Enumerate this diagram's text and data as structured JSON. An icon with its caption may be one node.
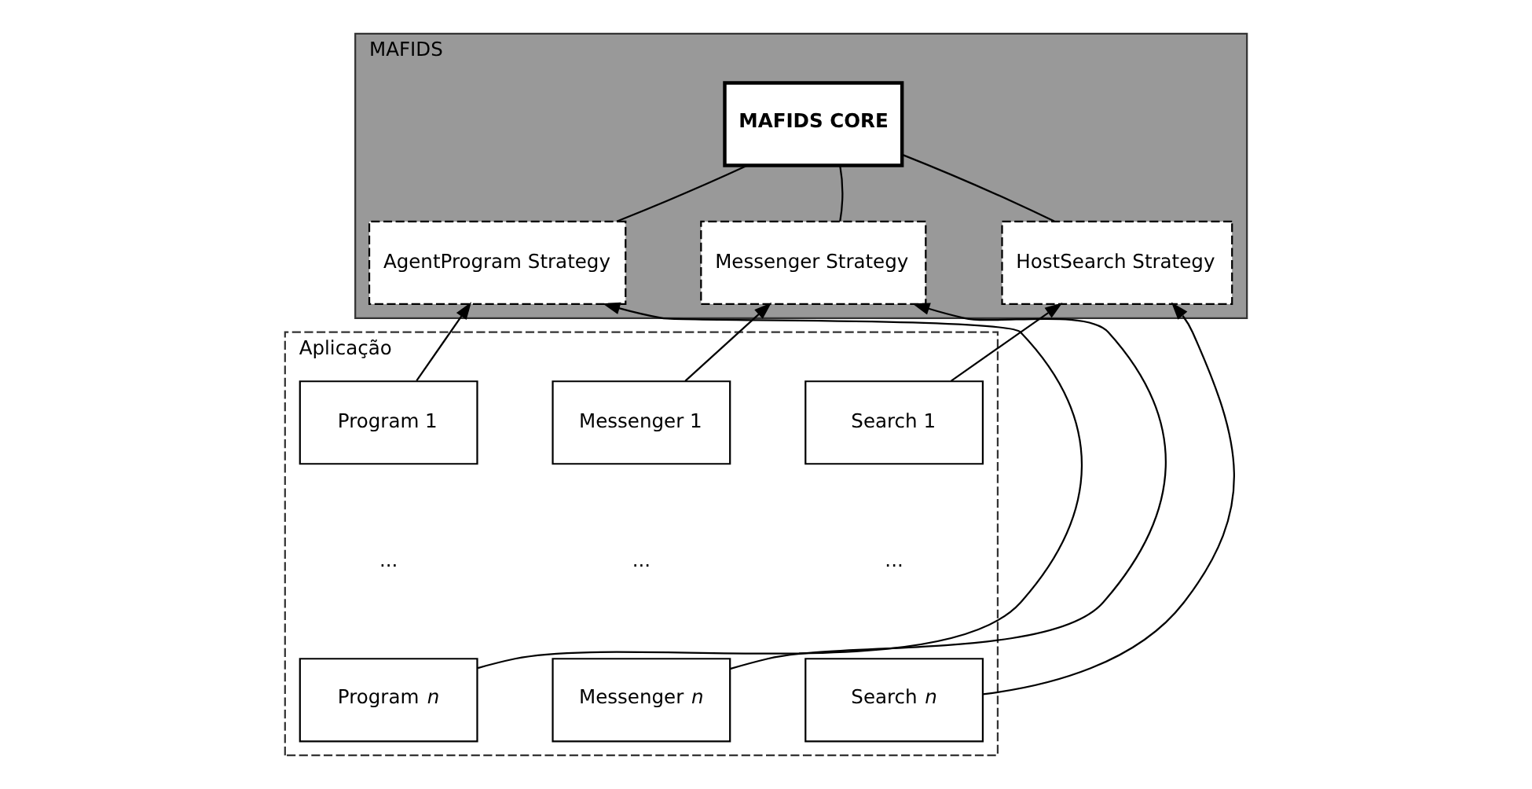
{
  "diagram": {
    "nodes": [
      {
        "text": [
          "MAFIDS"
        ]
      },
      {
        "text": [
          "MAFIDS CORE"
        ],
        "in": 0
      },
      {
        "text": [
          "AgentProgram Strategy"
        ],
        "in": 0
      },
      {
        "text": [
          "Messenger Strategy"
        ],
        "in": 0
      },
      {
        "text": [
          "HostSearch Strategy"
        ],
        "in": 0
      },
      {
        "text": [
          "Aplicação"
        ]
      },
      {
        "text": [
          "Program 1"
        ],
        "in": 5
      },
      {
        "text": [
          "Program *n*"
        ],
        "in": 5
      },
      {
        "text": [
          "Messenger 1"
        ],
        "in": 5
      },
      {
        "text": [
          "Messenger *n*"
        ],
        "in": 5
      },
      {
        "text": [
          "Search 1"
        ],
        "in": 5
      },
      {
        "text": [
          "Search *n*"
        ],
        "in": 5
      }
    ],
    "edges": [
      {
        "from": 1,
        "to": 2,
        "arrow": "none"
      },
      {
        "from": 1,
        "to": 3,
        "arrow": "none"
      },
      {
        "from": 1,
        "to": 4,
        "arrow": "none"
      },
      {
        "from": 7,
        "to": 2,
        "arrow": "to"
      },
      {
        "from": 6,
        "to": 2,
        "arrow": "to"
      },
      {
        "from": 9,
        "to": 3,
        "arrow": "to"
      },
      {
        "from": 8,
        "to": 3,
        "arrow": "to"
      },
      {
        "from": 11,
        "to": 4,
        "arrow": "to"
      },
      {
        "from": 10,
        "to": 4,
        "arrow": "to"
      }
    ],
    "labels": [
      "...",
      "...",
      "..."
    ]
  }
}
